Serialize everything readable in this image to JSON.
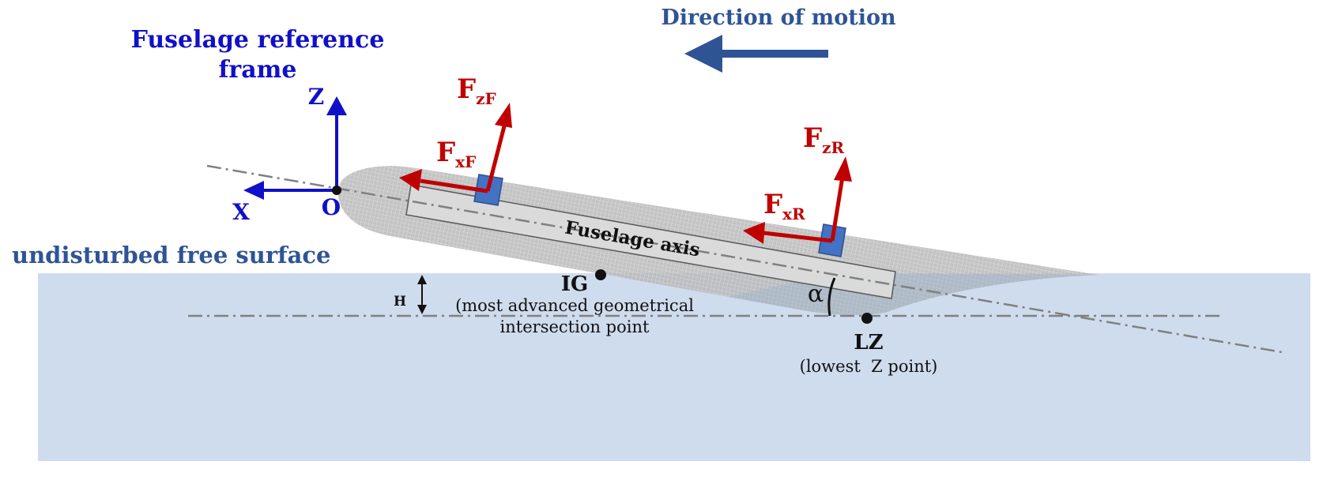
{
  "title_motion": "Direction of motion",
  "frame_title_line1": "Fuselage reference",
  "frame_title_line2": "frame",
  "free_surface_label": "undisturbed free surface",
  "axes": {
    "z": "Z",
    "x": "X",
    "origin": "O"
  },
  "forces": {
    "front_z": {
      "main": "F",
      "sub": "zF"
    },
    "front_x": {
      "main": "F",
      "sub": "xF"
    },
    "rear_z": {
      "main": "F",
      "sub": "zR"
    },
    "rear_x": {
      "main": "F",
      "sub": "xR"
    }
  },
  "fuselage_axis_label": "Fuselage axis",
  "ig": {
    "label": "IG",
    "desc_line1": "(most advanced geometrical",
    "desc_line2": "intersection point"
  },
  "lz": {
    "label": "LZ",
    "desc": "(lowest  Z point)"
  },
  "height_label": "H",
  "angle_label": "α",
  "colors": {
    "blue_frame": "#1010c8",
    "red_force": "#c00000",
    "steel_blue": "#2f5496",
    "water": "#cfdcee",
    "axis_gray": "#808080"
  }
}
